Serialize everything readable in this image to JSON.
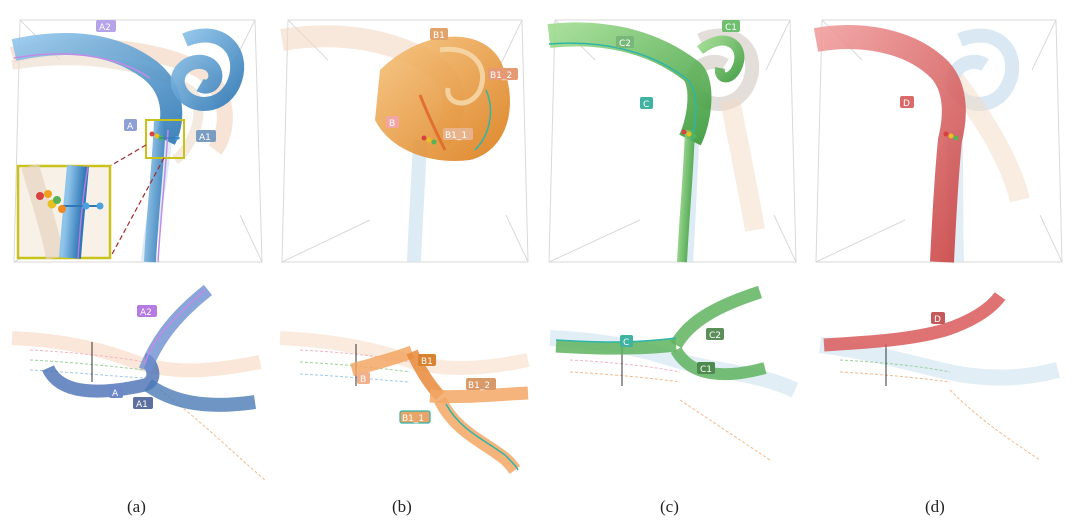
{
  "colors": {
    "blue": "#4b8fc9",
    "orange": "#e8902a",
    "green": "#4caf4c",
    "red": "#d95a5a",
    "purple": "#b57be0",
    "yellow": "#c9c21a",
    "teal": "#2fb5a8",
    "pink": "#ef8fb0"
  },
  "panels": [
    {
      "caption": "(a)",
      "labels": {
        "l1": "A2",
        "l2": "A",
        "l3": "A1",
        "l4": "A2",
        "l5": "A",
        "l6": "A1"
      }
    },
    {
      "caption": "(b)",
      "labels": {
        "l1": "B1",
        "l2": "B1_2",
        "l3": "B",
        "l4": "B1_1",
        "l5": "B1",
        "l6": "B",
        "l7": "B1_2",
        "l8": "B1_1"
      }
    },
    {
      "caption": "(c)",
      "labels": {
        "l1": "C1",
        "l2": "C2",
        "l3": "C",
        "l4": "C",
        "l5": "C2",
        "l6": "C1"
      }
    },
    {
      "caption": "(d)",
      "labels": {
        "l1": "D",
        "l2": "D"
      }
    }
  ]
}
